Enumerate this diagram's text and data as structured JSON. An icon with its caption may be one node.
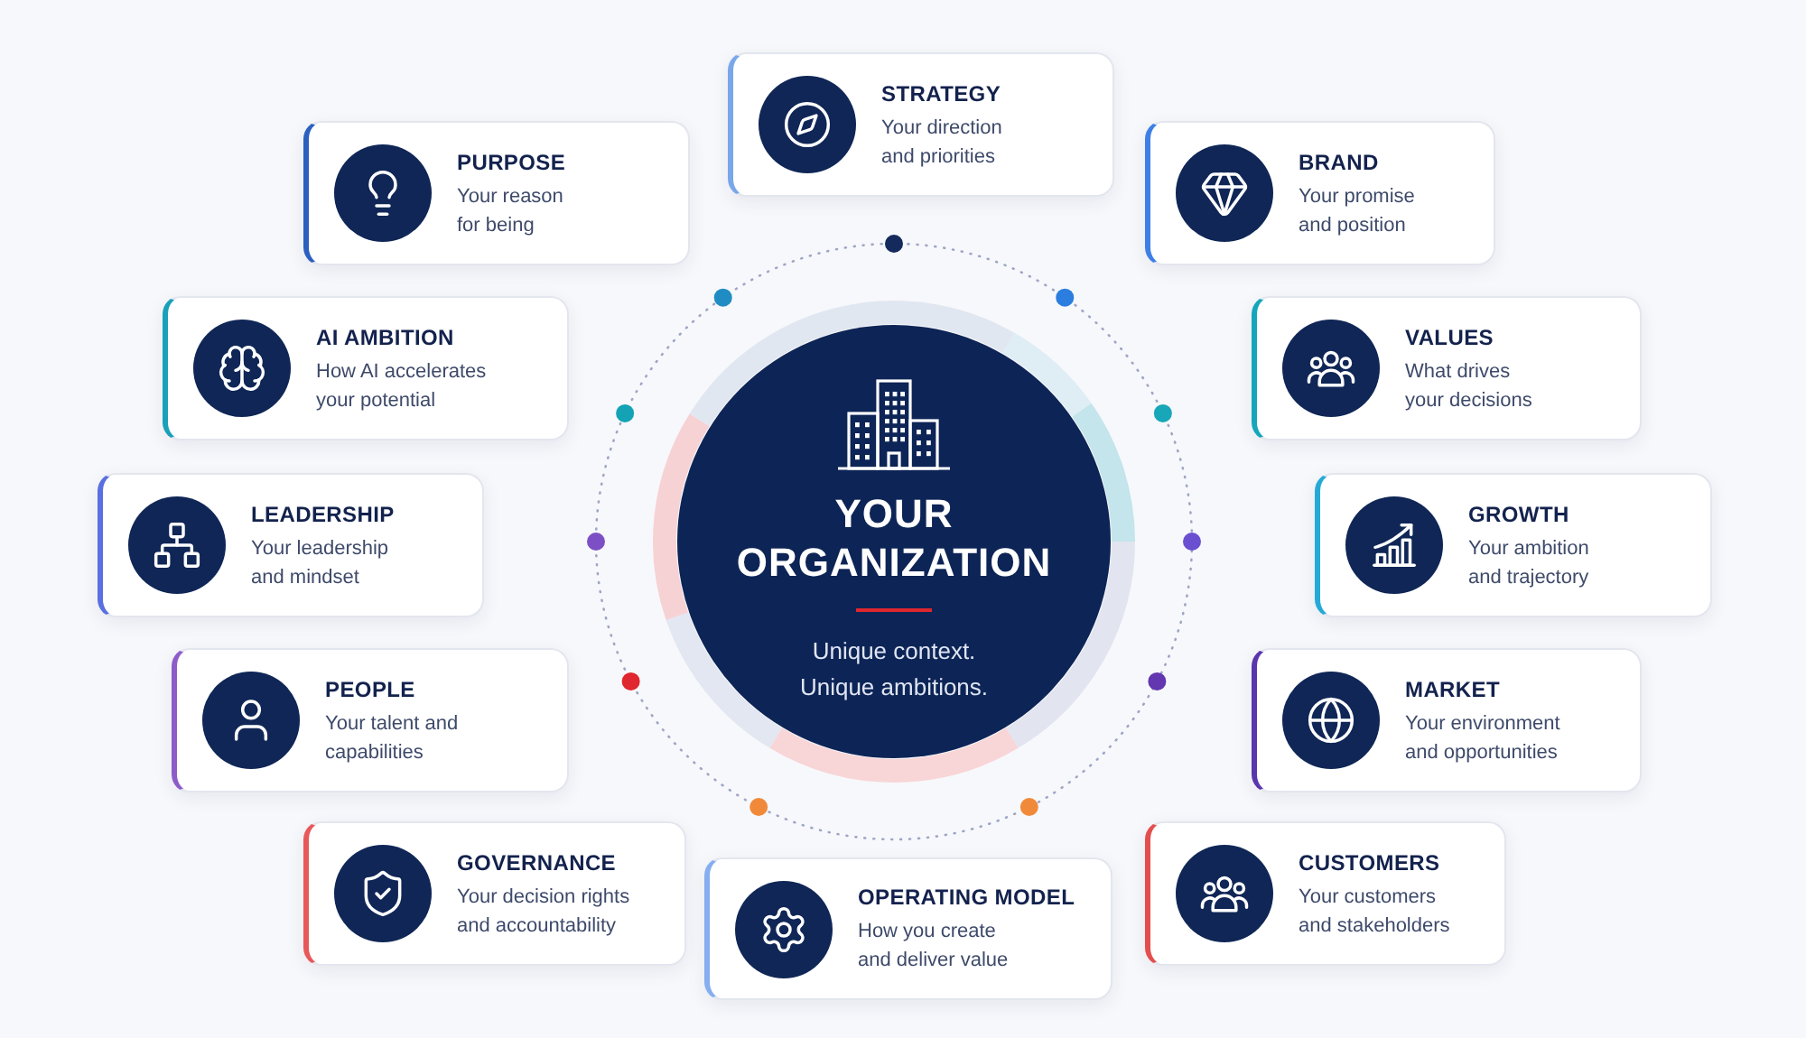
{
  "diagram": {
    "nodes": [
      {
        "text": [
          "YOUR ORGANIZATION",
          "Unique context. Unique ambitions."
        ]
      },
      {
        "text": [
          "STRATEGY",
          "Your direction and priorities"
        ]
      },
      {
        "text": [
          "PURPOSE",
          "Your reason for being"
        ]
      },
      {
        "text": [
          "BRAND",
          "Your promise and position"
        ]
      },
      {
        "text": [
          "AI AMBITION",
          "How AI accelerates your potential"
        ]
      },
      {
        "text": [
          "VALUES",
          "What drives your decisions"
        ]
      },
      {
        "text": [
          "LEADERSHIP",
          "Your leadership and mindset"
        ]
      },
      {
        "text": [
          "GROWTH",
          "Your ambition and trajectory"
        ]
      },
      {
        "text": [
          "PEOPLE",
          "Your talent and capabilities"
        ]
      },
      {
        "text": [
          "MARKET",
          "Your environment and opportunities"
        ]
      },
      {
        "text": [
          "GOVERNANCE",
          "Your decision rights and accountability"
        ]
      },
      {
        "text": [
          "OPERATING MODEL",
          "How you create and deliver value"
        ]
      },
      {
        "text": [
          "CUSTOMERS",
          "Your customers and stakeholders"
        ]
      }
    ]
  }
}
